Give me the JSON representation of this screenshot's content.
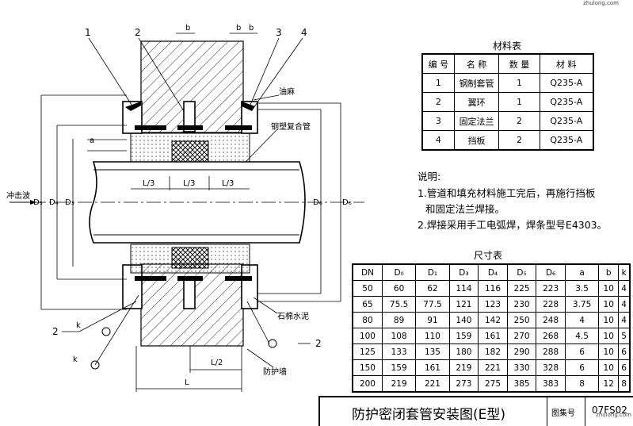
{
  "watermarks": {
    "top_right": "zhulong.com",
    "bottom_right": "zhulong.com"
  },
  "materials_table": {
    "caption": "材料表",
    "headers": [
      "编 号",
      "名 称",
      "数 量",
      "材 料"
    ],
    "rows": [
      [
        "1",
        "钢制套管",
        "1",
        "Q235-A"
      ],
      [
        "2",
        "翼环",
        "1",
        "Q235-A"
      ],
      [
        "3",
        "固定法兰",
        "2",
        "Q235-A"
      ],
      [
        "4",
        "挡板",
        "2",
        "Q235-A"
      ]
    ]
  },
  "notes": {
    "title": "说明:",
    "line1": "1.管道和填充材料施工完后，再施行挡板",
    "line2": "和固定法兰焊接。",
    "line3": "2.焊接采用手工电弧焊，焊条型号E4303。"
  },
  "dims_table": {
    "caption": "尺寸表",
    "headers": [
      "DN",
      "D₀",
      "D₁",
      "D₃",
      "D₄",
      "D₅",
      "D₆",
      "a",
      "b",
      "k"
    ],
    "rows": [
      [
        "50",
        "60",
        "62",
        "114",
        "116",
        "225",
        "223",
        "3.5",
        "10",
        "4"
      ],
      [
        "65",
        "75.5",
        "77.5",
        "121",
        "123",
        "230",
        "228",
        "3.75",
        "10",
        "4"
      ],
      [
        "80",
        "89",
        "91",
        "140",
        "142",
        "250",
        "248",
        "4",
        "10",
        "4"
      ],
      [
        "100",
        "108",
        "110",
        "159",
        "161",
        "270",
        "268",
        "4.5",
        "10",
        "5"
      ],
      [
        "125",
        "133",
        "135",
        "180",
        "182",
        "290",
        "288",
        "6",
        "10",
        "6"
      ],
      [
        "150",
        "159",
        "161",
        "219",
        "221",
        "330",
        "328",
        "6",
        "10",
        "6"
      ],
      [
        "200",
        "219",
        "221",
        "273",
        "275",
        "385",
        "383",
        "8",
        "12",
        "8"
      ]
    ]
  },
  "title_block": {
    "title": "防护密闭套管安装图(E型)",
    "drawing_no_label": "图集号",
    "drawing_no": "07FS02"
  },
  "drawing_labels": {
    "n1": "1",
    "n2": "2",
    "n3": "3",
    "n4": "4",
    "b1": "b",
    "b2": "b",
    "b3": "b",
    "youma": "油麻",
    "gangsu": "钢塑复合管",
    "a": "a",
    "l3a": "L/3",
    "l3b": "L/3",
    "l3c": "L/3",
    "chongji": "冲击波",
    "d5": "D₅",
    "d4": "D₄",
    "d3": "D₃",
    "d6": "D₆",
    "shimian": "石棉水泥",
    "k1": "k",
    "k2": "k",
    "n2b": "2",
    "n2c": "2",
    "fanghu": "防护墙",
    "l2": "L/2",
    "L": "L"
  }
}
